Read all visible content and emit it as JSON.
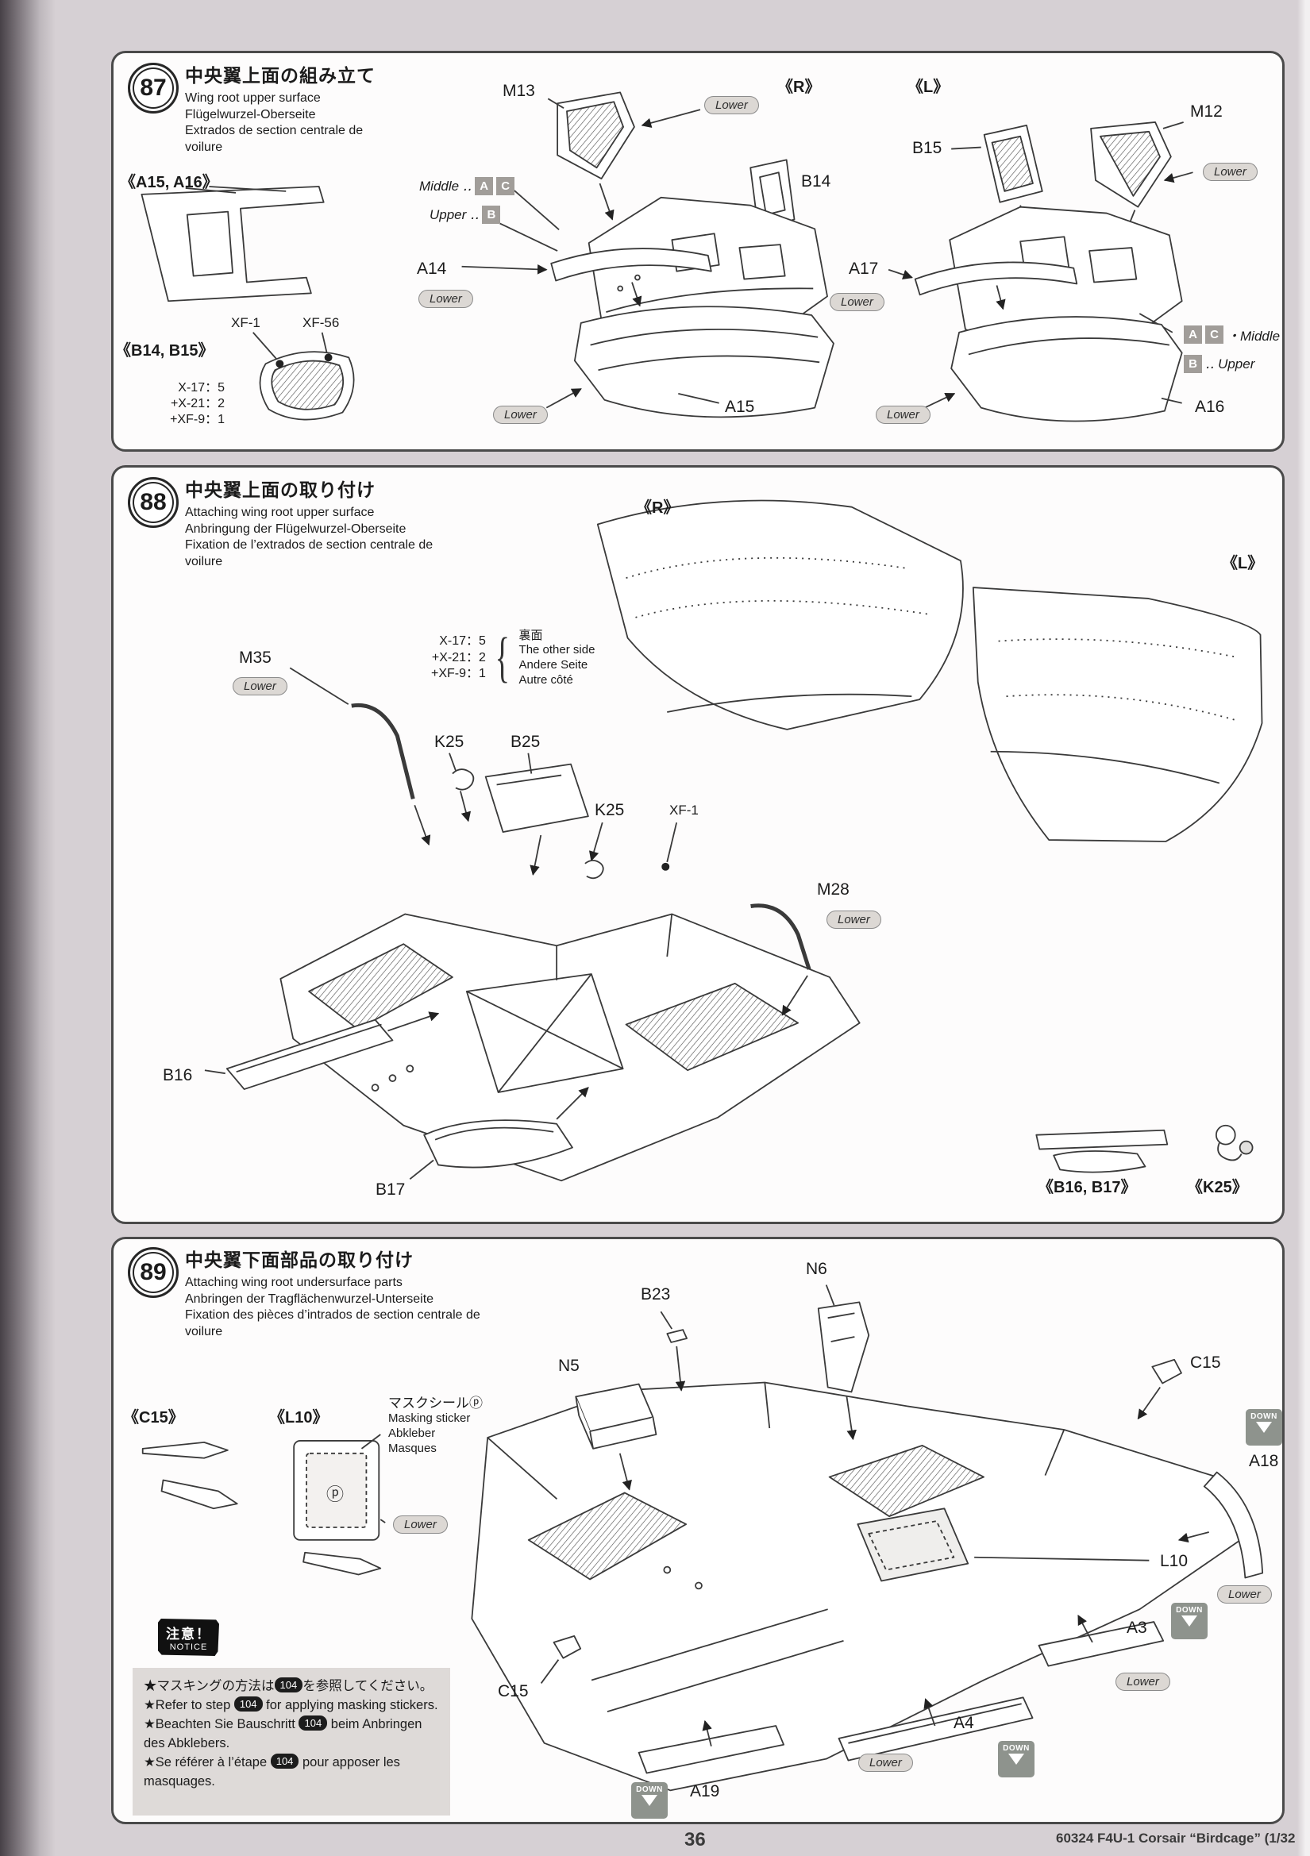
{
  "page": {
    "number": "36",
    "footer": "60324 F4U-1 Corsair “Birdcage” (1/32"
  },
  "common": {
    "lower": "Lower",
    "down": "DOWN",
    "r": "《R》",
    "l": "《L》"
  },
  "step87": {
    "number": "87",
    "titles": {
      "ja": "中央翼上面の組み立て",
      "en": "Wing root upper surface",
      "de": "Flügelwurzel-Oberseite",
      "fr": "Extrados de section centrale de voilure"
    },
    "callout_a15a16": "《A15, A16》",
    "callout_b14b15": "《B14, B15》",
    "xf1": "XF-1",
    "xf56": "XF-56",
    "mix1": "X-17：5",
    "mix2": "+X-21：2",
    "mix3": "+XF-9：1",
    "middle_left": "Middle ‥",
    "upper_left": "Upper ‥",
    "middle_right": "・Middle",
    "upper_right": "‥ Upper",
    "chip_a": "A",
    "chip_b": "B",
    "chip_c": "C",
    "parts": {
      "m13": "M13",
      "b14": "B14",
      "a14": "A14",
      "a15": "A15",
      "b15": "B15",
      "m12": "M12",
      "a17": "A17",
      "a16": "A16"
    }
  },
  "step88": {
    "number": "88",
    "titles": {
      "ja": "中央翼上面の取り付け",
      "en": "Attaching wing root upper surface",
      "de": "Anbringung der Flügelwurzel-Oberseite",
      "fr": "Fixation de l’extrados de section centrale de voilure"
    },
    "mix1": "X-17：5",
    "mix2": "+X-21：2",
    "mix3": "+XF-9：1",
    "other_side": {
      "ja": "裏面",
      "en": "The other side",
      "de": "Andere Seite",
      "fr": "Autre côté"
    },
    "xf1": "XF-1",
    "parts": {
      "m35": "M35",
      "k25": "K25",
      "b25": "B25",
      "k25b": "K25",
      "m28": "M28",
      "b16": "B16",
      "b17": "B17"
    },
    "callout_b16b17": "《B16, B17》",
    "callout_k25": "《K25》"
  },
  "step89": {
    "number": "89",
    "titles": {
      "ja": "中央翼下面部品の取り付け",
      "en": "Attaching wing root undersurface parts",
      "de": "Anbringen der Tragflächenwurzel-Unterseite",
      "fr": "Fixation des pièces d’intrados de section centrale de voilure"
    },
    "callout_c15": "《C15》",
    "callout_l10": "《L10》",
    "masking": {
      "ja": "マスクシールⓟ",
      "en": "Masking sticker",
      "de": "Abkleber",
      "fr": "Masques"
    },
    "sticker_p": "ⓟ",
    "parts": {
      "b23": "B23",
      "n6": "N6",
      "n5": "N5",
      "c15": "C15",
      "a18": "A18",
      "l10": "L10",
      "a3": "A3",
      "a4": "A4",
      "a19": "A19",
      "c15b": "C15"
    },
    "notice": {
      "ja": "注意！",
      "en": "NOTICE"
    },
    "notes": [
      {
        "pre": "★マスキングの方法は",
        "ref": "104",
        "post": "を参照してください。"
      },
      {
        "pre": "★Refer to step ",
        "ref": "104",
        "post": " for applying masking stickers."
      },
      {
        "pre": "★Beachten Sie Bauschritt ",
        "ref": "104",
        "post": " beim Anbringen des Abklebers."
      },
      {
        "pre": "★Se référer à l’étape ",
        "ref": "104",
        "post": " pour apposer les masquages."
      }
    ]
  }
}
